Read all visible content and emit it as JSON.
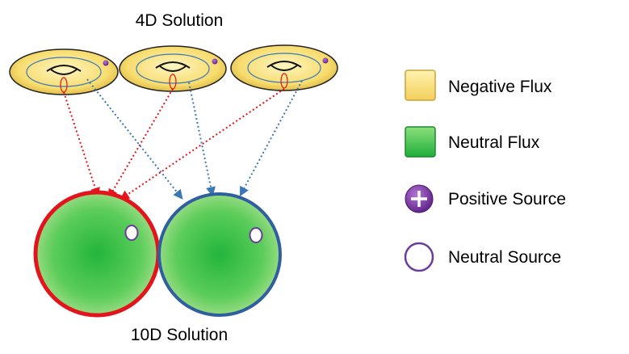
{
  "diagram": {
    "top_label": "4D Solution",
    "bottom_label": "10D Solution",
    "tori_count": 3,
    "spheres": [
      {
        "outline": "#e3141b"
      },
      {
        "outline": "#2f5f9e"
      }
    ],
    "arrow_colors": {
      "red": "#e3141b",
      "blue": "#3a78b5"
    }
  },
  "legend": {
    "items": [
      {
        "label": "Negative Flux",
        "icon": "yellow-square-icon"
      },
      {
        "label": "Neutral Flux",
        "icon": "green-square-icon"
      },
      {
        "label": "Positive Source",
        "icon": "purple-plus-circle-icon"
      },
      {
        "label": "Neutral Source",
        "icon": "white-circle-icon"
      }
    ]
  },
  "colors": {
    "negative_flux": "#f7dc6f",
    "neutral_flux": "#3cbf4d",
    "positive_source": "#7b2fa3",
    "neutral_source_ring": "#6a3d9a"
  }
}
